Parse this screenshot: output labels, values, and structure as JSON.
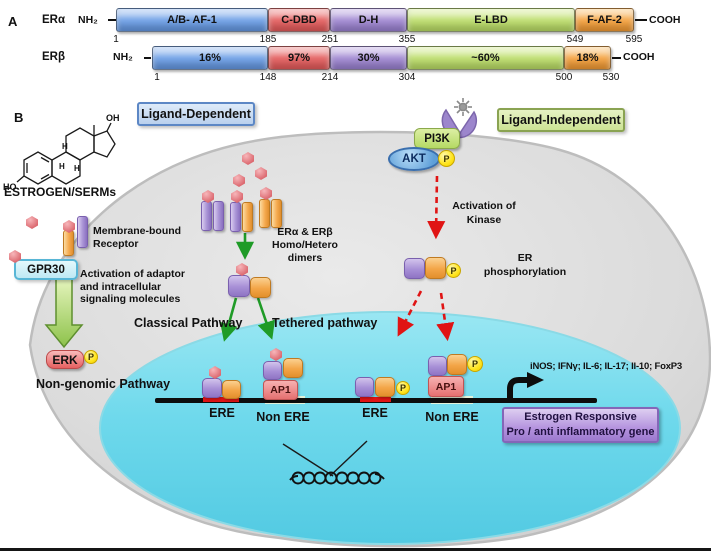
{
  "colors": {
    "domain_blue": "#79A7E8",
    "domain_red": "#E66B6B",
    "domain_purple": "#A892D5",
    "domain_green": "#C2E078",
    "domain_orange": "#F5A94E",
    "cell_gray": "#D7D7D7",
    "nucleus_cyan": "#6FD9EC",
    "arrow_green": "#1F9B27",
    "arrow_red": "#E01414",
    "phosphate_yellow": "#FFE41C"
  },
  "panel_a": {
    "label": "A",
    "er_alpha": {
      "name": "ERα",
      "nh2": "NH₂",
      "cooh": "COOH",
      "domains": [
        "A/B- AF-1",
        "C-DBD",
        "D-H",
        "E-LBD",
        "F-AF-2"
      ],
      "ticks": [
        "1",
        "185",
        "251",
        "355",
        "549",
        "595"
      ]
    },
    "er_beta": {
      "name": "ERβ",
      "nh2": "NH₂",
      "cooh": "COOH",
      "domains": [
        "16%",
        "97%",
        "30%",
        "~60%",
        "18%"
      ],
      "ticks": [
        "1",
        "148",
        "214",
        "304",
        "500",
        "530"
      ]
    }
  },
  "panel_b": {
    "label": "B",
    "molecule": {
      "ho": "HO",
      "oh": "OH",
      "h": "H",
      "caption": "ESTROGEN/SERMs"
    },
    "ligand_dependent": "Ligand-Dependent",
    "ligand_independent": "Ligand-Independent",
    "membrane_receptor": [
      "Membrane-bound",
      "Receptor"
    ],
    "gpr30": "GPR30",
    "adaptor": [
      "Activation of adaptor",
      "and intracellular",
      "signaling molecules"
    ],
    "erk": "ERK",
    "phosphate": "P",
    "non_genomic": "Non-genomic Pathway",
    "dimer_label": [
      "ERα & ERβ",
      "Homo/Hetero",
      "dimers"
    ],
    "classical": "Classical Pathway",
    "tethered": "Tethered pathway",
    "pi3k": "PI3K",
    "akt": "AKT",
    "kinase": [
      "Activation of",
      "Kinase"
    ],
    "er_phos": [
      "ER",
      "phosphorylation"
    ],
    "ap1": "AP1",
    "sites": [
      "ERE",
      "Non ERE",
      "ERE",
      "Non ERE"
    ],
    "genes": "iNOS; IFNγ; IL-6; IL-17; Il-10; FoxP3",
    "gene_box": [
      "Estrogen Responsive",
      "Pro / anti inflammatory gene"
    ]
  }
}
